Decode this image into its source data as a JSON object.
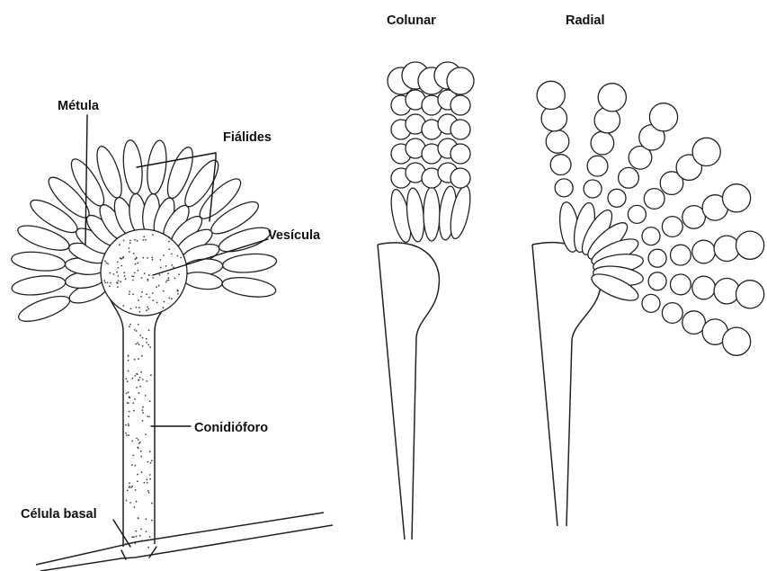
{
  "labels": {
    "metula": "Métula",
    "fialides": "Fiálides",
    "vesicula": "Vesícula",
    "conidioforo": "Conidióforo",
    "celula_basal": "Célula basal",
    "colunar": "Colunar",
    "radial": "Radial"
  }
}
